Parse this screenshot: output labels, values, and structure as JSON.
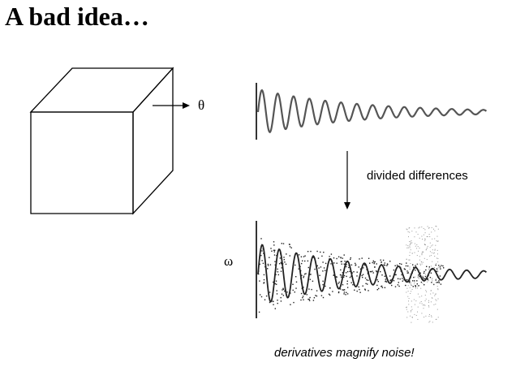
{
  "title": "A bad idea…",
  "labels": {
    "theta": "θ",
    "omega": "ω",
    "step": "divided differences",
    "caption": "derivatives magnify noise!"
  },
  "colors": {
    "ink": "#000000",
    "signal": "#555555",
    "noise": "#999999"
  }
}
